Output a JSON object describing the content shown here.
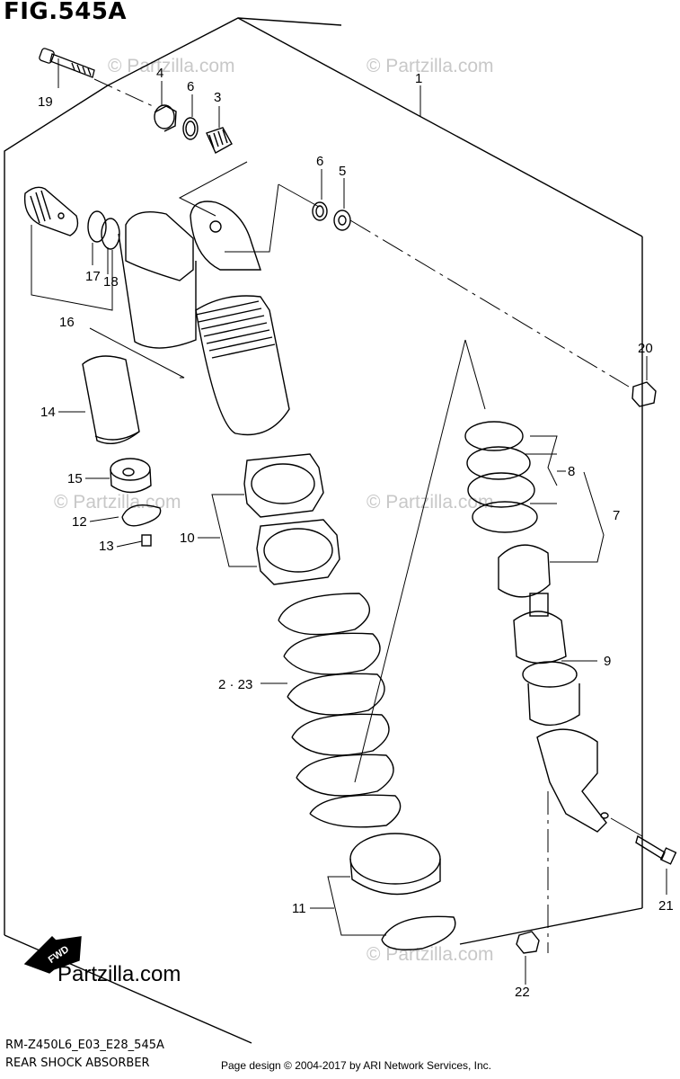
{
  "figure": "FIG.545A",
  "watermark": "© Partzilla.com",
  "brand": "Partzilla.com",
  "fwd": "FWD",
  "diagram_code": "RM-Z450L6_E03_E28_545A",
  "subtitle": "REAR SHOCK ABSORBER",
  "credit": "Page design © 2004-2017 by ARI Network Services, Inc.",
  "callouts": {
    "c1": "1",
    "c2": "2 · 23",
    "c3": "3",
    "c4": "4",
    "c5": "5",
    "c6a": "6",
    "c6b": "6",
    "c7": "7",
    "c8": "8",
    "c9": "9",
    "c10": "10",
    "c11": "11",
    "c12": "12",
    "c13": "13",
    "c14": "14",
    "c15": "15",
    "c16": "16",
    "c17": "17",
    "c18": "18",
    "c19": "19",
    "c20": "20",
    "c21": "21",
    "c22": "22"
  }
}
